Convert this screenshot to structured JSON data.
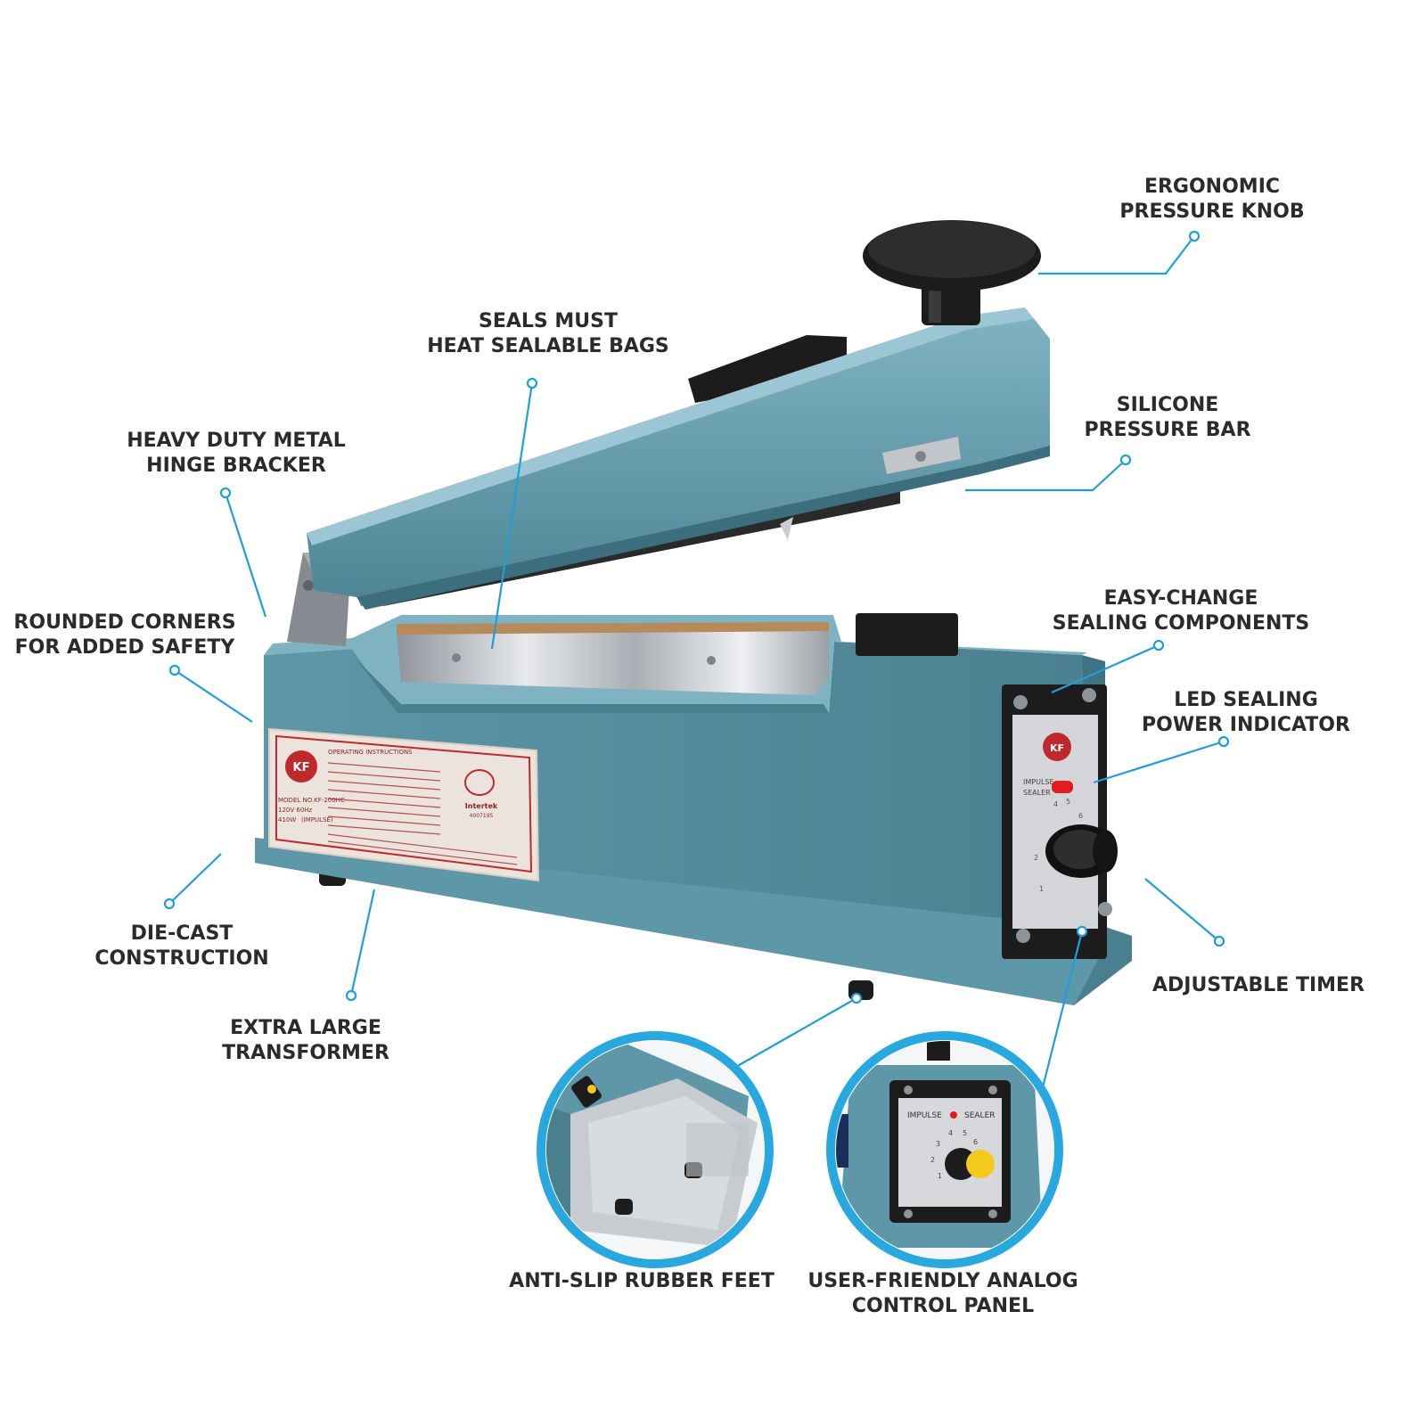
{
  "colors": {
    "body_blue": "#5f97a8",
    "body_blue_dark": "#3f7282",
    "body_blue_light": "#7db0bf",
    "leader_line": "#1e9fd9",
    "circle_ring": "#29a8e0",
    "label_text": "#2b2b2b",
    "knob_black": "#1c1c1c",
    "steel": "#c9ccd0",
    "plate_bg": "#f2ece6",
    "plate_red": "#c0282d",
    "led_red": "#e11b22",
    "knob_yellow": "#f3c91c"
  },
  "callouts": {
    "pressure_knob": {
      "line1": "ERGONOMIC",
      "line2": "PRESSURE KNOB"
    },
    "seals_bags": {
      "line1": "SEALS MUST",
      "line2": "HEAT SEALABLE BAGS"
    },
    "hinge": {
      "line1": "HEAVY DUTY METAL",
      "line2": "HINGE BRACKER"
    },
    "silicone": {
      "line1": "SILICONE",
      "line2": "PRESSURE BAR"
    },
    "rounded_corners": {
      "line1": "ROUNDED CORNERS",
      "line2": "FOR ADDED SAFETY"
    },
    "easy_change": {
      "line1": "EASY-CHANGE",
      "line2": "SEALING COMPONENTS"
    },
    "led_indicator": {
      "line1": "LED SEALING",
      "line2": "POWER INDICATOR"
    },
    "die_cast": {
      "line1": "DIE-CAST",
      "line2": "CONSTRUCTION"
    },
    "adjustable_timer": {
      "line1": "ADJUSTABLE TIMER"
    },
    "transformer": {
      "line1": "EXTRA LARGE",
      "line2": "TRANSFORMER"
    },
    "rubber_feet": {
      "line1": "ANTI-SLIP RUBBER FEET"
    },
    "control_panel": {
      "line1": "USER-FRIENDLY ANALOG",
      "line2": "CONTROL PANEL"
    }
  },
  "label_plate": {
    "heading": "OPERATING INSTRUCTIONS",
    "model": "MODEL NO.KF-200HC",
    "voltage": "120V 60Hz",
    "power": "410W",
    "type": "(IMPULSE)",
    "cert_brand": "Intertek",
    "cert_number": "4007195",
    "logo_text": "KF"
  },
  "control_panel": {
    "logo_text": "KF",
    "left_label": "IMPULSE",
    "right_label": "SEALER",
    "dial_numbers": [
      "1",
      "2",
      "3",
      "4",
      "5",
      "6"
    ]
  }
}
